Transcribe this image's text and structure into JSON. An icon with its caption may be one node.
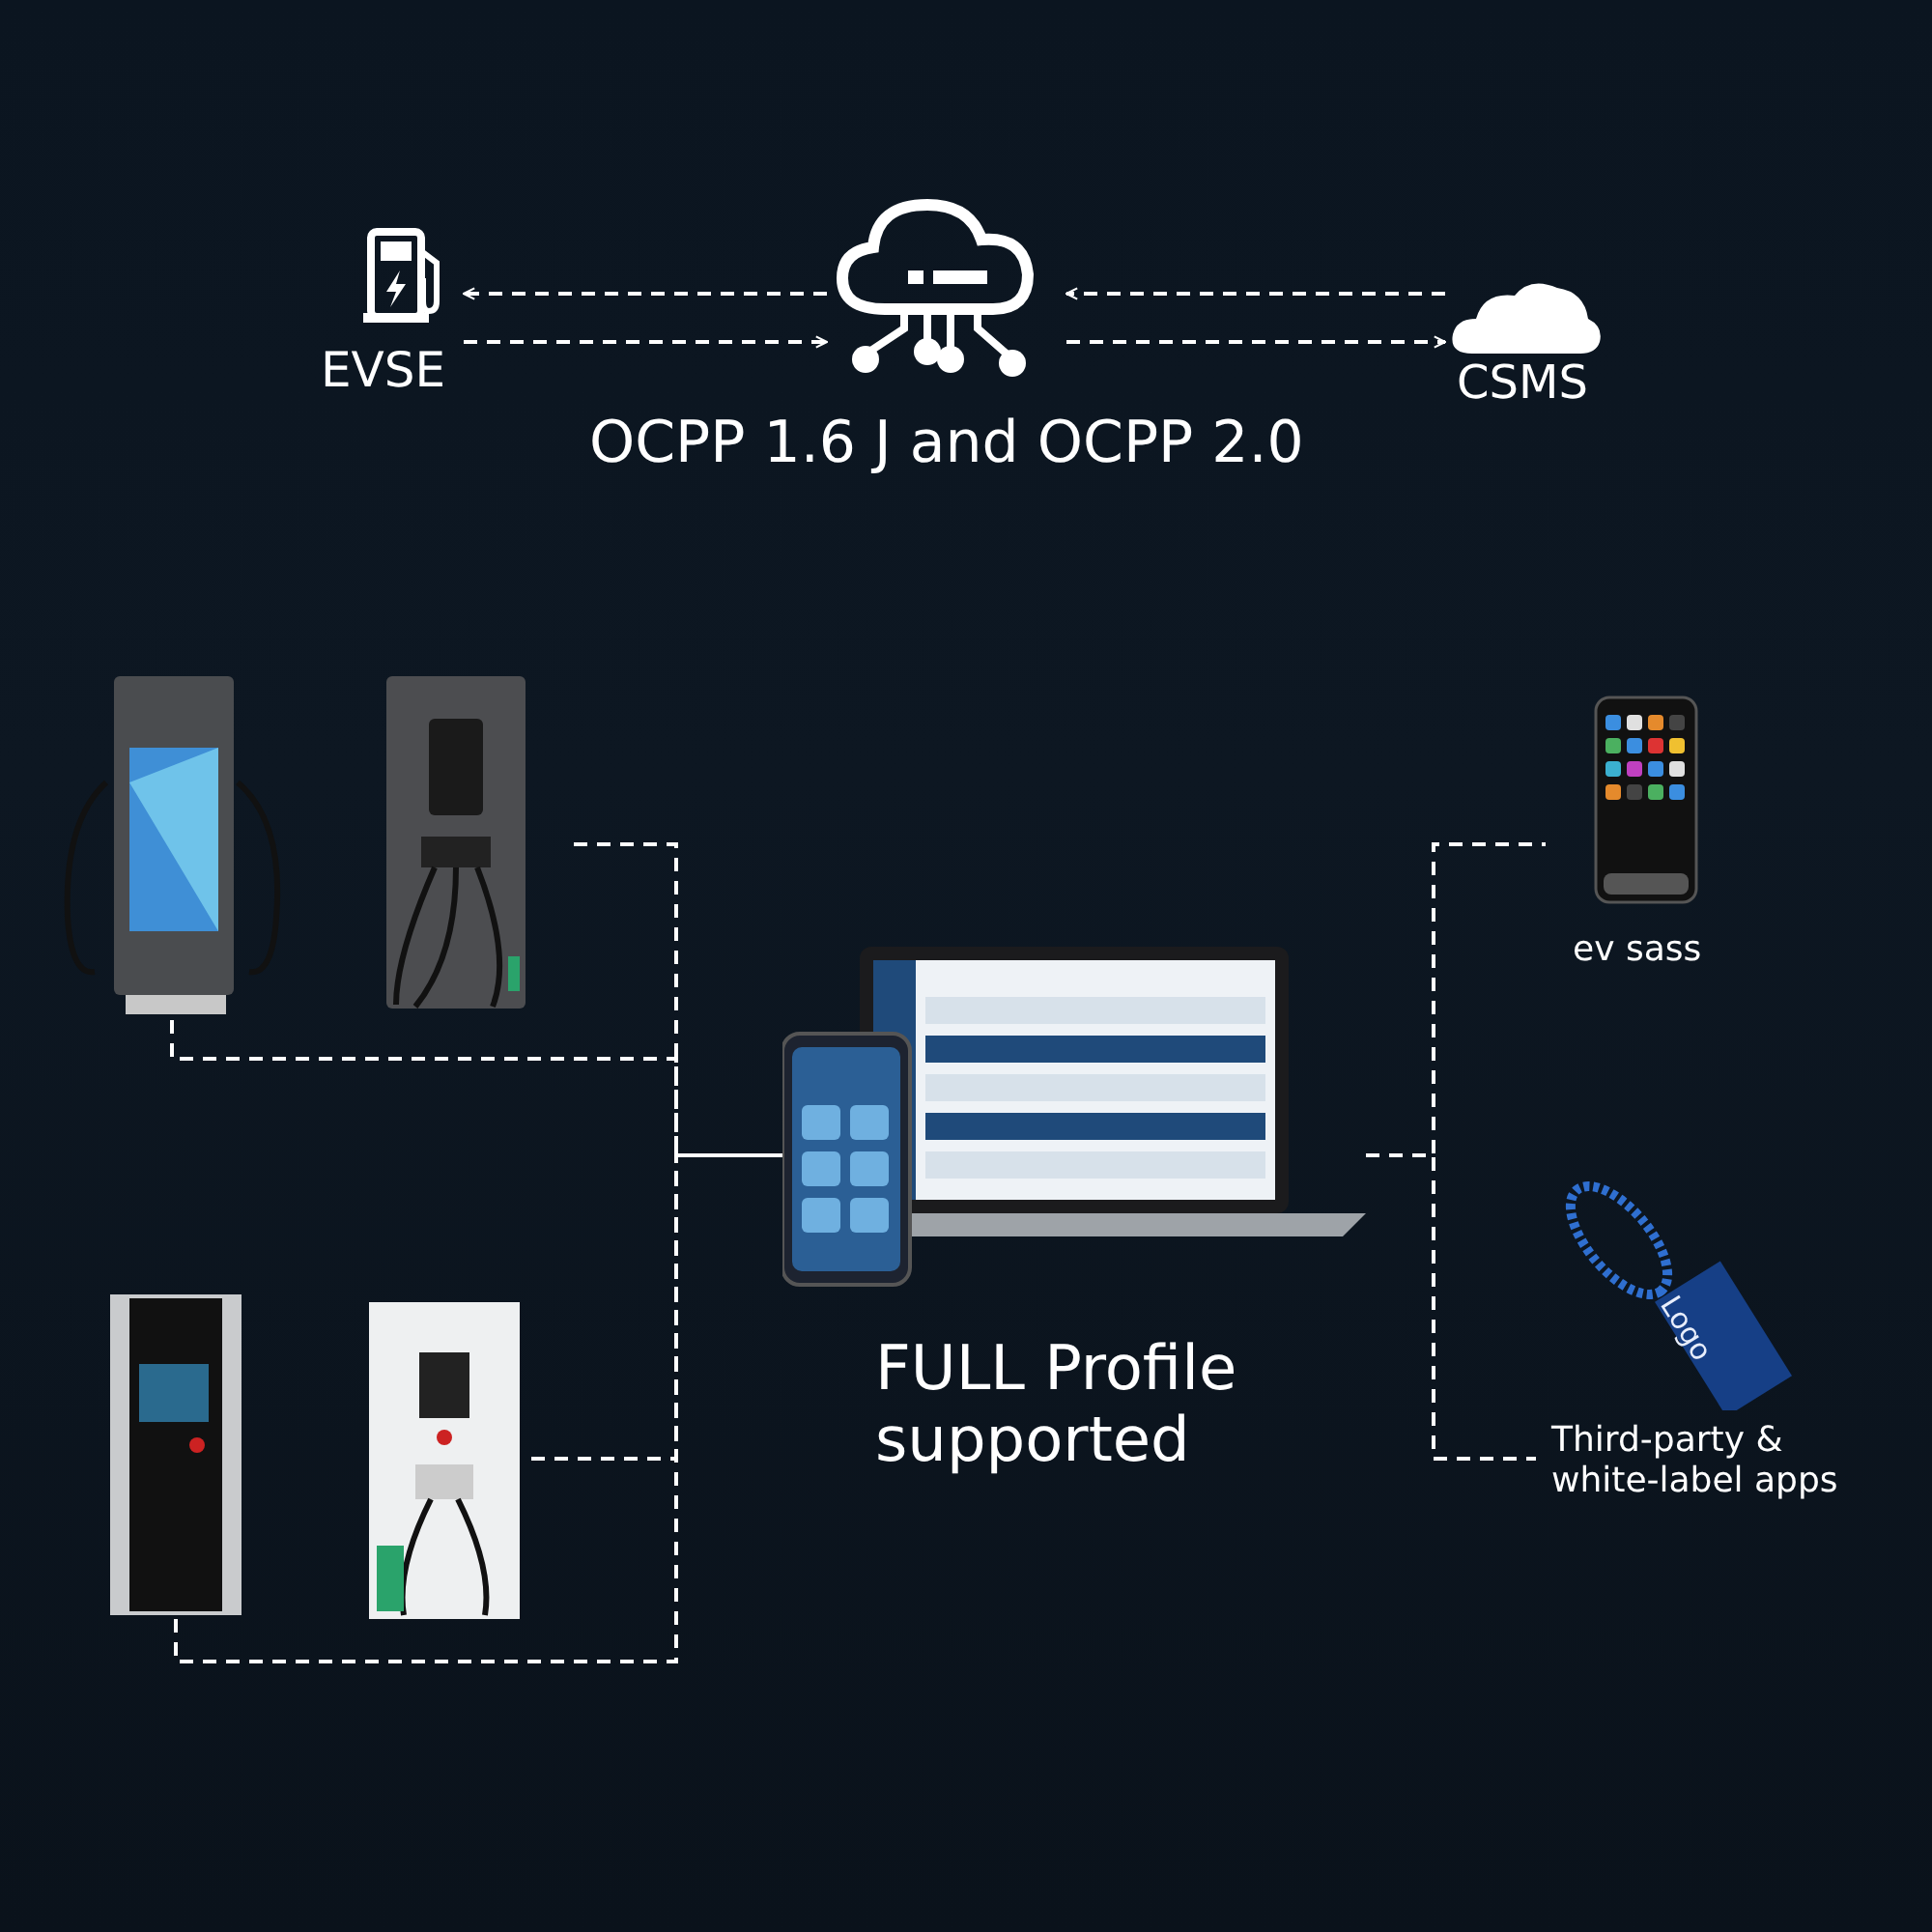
{
  "diagram": {
    "nodes": [
      {
        "text": [
          "EVSE"
        ]
      },
      {
        "text": [],
        "shape": "cloud"
      },
      {
        "text": [
          "CSMS"
        ]
      },
      {
        "text": [],
        "shape": "picture"
      },
      {
        "text": [],
        "shape": "picture"
      },
      {
        "text": [],
        "shape": "picture"
      },
      {
        "text": [],
        "shape": "picture"
      },
      {
        "text": [
          "FULL Profile supported"
        ]
      },
      {
        "text": [
          "ev sass"
        ]
      },
      {
        "text": [
          "Third-party & white-label apps"
        ]
      }
    ],
    "edges": [
      {
        "from": 1,
        "to": 0,
        "arrow": "to",
        "style": "dashed"
      },
      {
        "from": 0,
        "to": 1,
        "arrow": "to",
        "style": "dashed"
      },
      {
        "from": 2,
        "to": 1,
        "arrow": "to",
        "style": "dashed"
      },
      {
        "from": 1,
        "to": 2,
        "arrow": "to",
        "style": "dashed"
      },
      {
        "from": 3,
        "to": 7,
        "arrow": "none",
        "style": "dashed"
      },
      {
        "from": 4,
        "to": 7,
        "arrow": "none",
        "style": "dashed"
      },
      {
        "from": 5,
        "to": 7,
        "arrow": "none",
        "style": "dashed"
      },
      {
        "from": 6,
        "to": 7,
        "arrow": "none",
        "style": "dashed"
      },
      {
        "from": 7,
        "to": 8,
        "arrow": "none",
        "style": "dashed"
      },
      {
        "from": 7,
        "to": 9,
        "arrow": "none",
        "style": "dashed"
      }
    ],
    "labels": [
      "OCPP 1.6 J and OCPP 2.0",
      "Logo"
    ]
  }
}
